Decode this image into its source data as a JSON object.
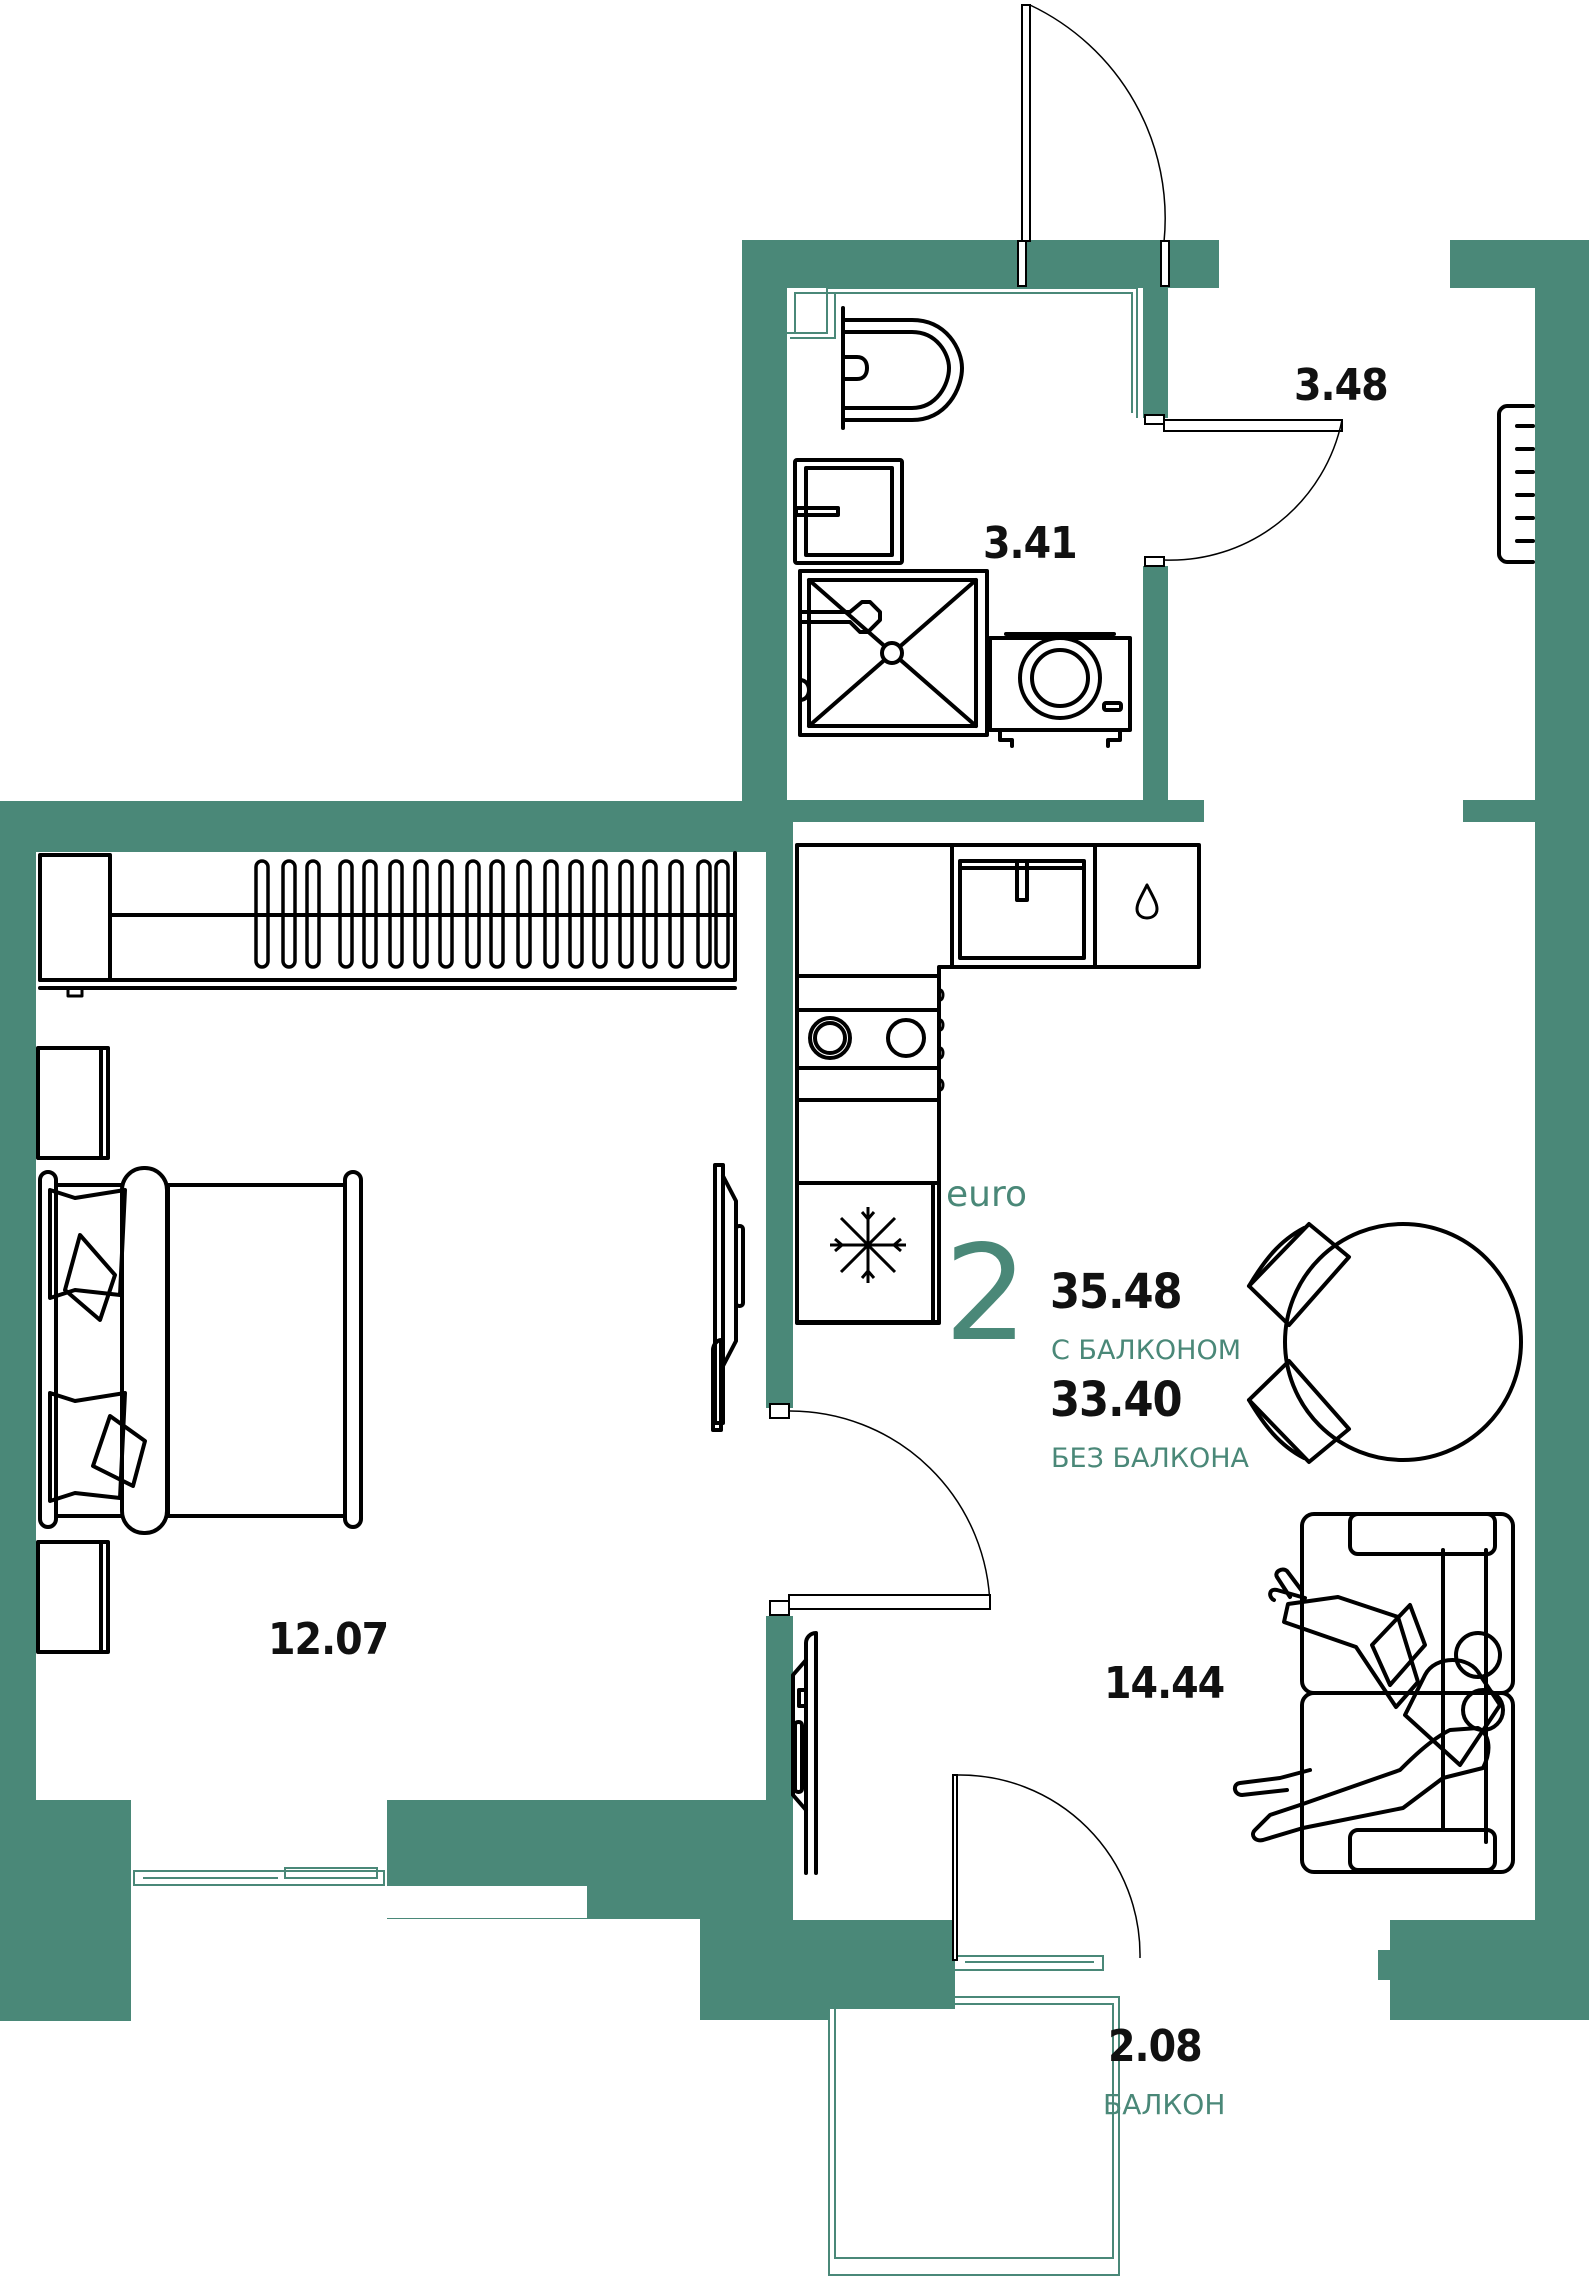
{
  "colors": {
    "wall": "#4a8878",
    "accent": "#4a8878",
    "line": "#000000",
    "background": "#ffffff"
  },
  "rooms": [
    {
      "id": "hallway",
      "area": "3.48"
    },
    {
      "id": "bathroom",
      "area": "3.41"
    },
    {
      "id": "bedroom",
      "area": "12.07"
    },
    {
      "id": "living-kitchen",
      "area": "14.44"
    },
    {
      "id": "balcony",
      "area": "2.08",
      "label": "БАЛКОН"
    }
  ],
  "summary": {
    "type_label": "euro",
    "rooms_count": "2",
    "total_with_balcony": "35.48",
    "with_balcony_label": "С БАЛКОНОМ",
    "total_without_balcony": "33.40",
    "without_balcony_label": "БЕЗ БАЛКОНА"
  },
  "icons": [
    "toilet-icon",
    "washbasin-icon",
    "shower-icon",
    "washing-machine-icon",
    "kitchen-sink-icon",
    "water-drop-icon",
    "stove-icon",
    "fridge-snowflake-icon",
    "radiator-icon",
    "wardrobe-icon",
    "bed-icon",
    "nightstand-icon",
    "tv-icon",
    "dining-table-icon",
    "chair-icon",
    "sofa-icon",
    "people-icon",
    "door-icon",
    "window-icon"
  ]
}
